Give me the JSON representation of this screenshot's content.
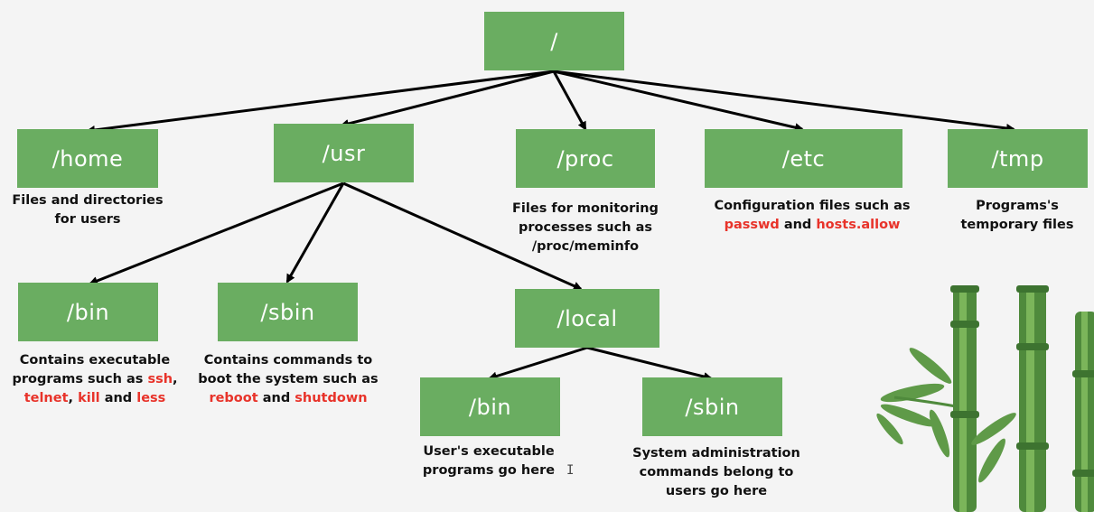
{
  "colors": {
    "node_fill": "#6aad61",
    "node_text": "#ffffff",
    "highlight": "#e8332a",
    "text": "#111111",
    "background": "#f4f4f4"
  },
  "nodes": {
    "root": "/",
    "home": "/home",
    "usr": "/usr",
    "proc": "/proc",
    "etc": "/etc",
    "tmp": "/tmp",
    "bin": "/bin",
    "sbin": "/sbin",
    "local": "/local",
    "local_bin": "/bin",
    "local_sbin": "/sbin"
  },
  "descriptions": {
    "home": [
      "Files and directories",
      "for users"
    ],
    "proc": [
      "Files for monitoring",
      "processes such as",
      "/proc/meminfo"
    ],
    "etc": {
      "line1": "Configuration files such as",
      "hl1": "passwd",
      "and": " and ",
      "hl2": "hosts.allow"
    },
    "tmp": [
      "Programs's",
      "temporary files"
    ],
    "bin": {
      "line1": "Contains executable",
      "line2_pre": "programs such as ",
      "hl_ssh": "ssh",
      "comma1": ",",
      "hl_telnet": "telnet",
      "comma2": ", ",
      "hl_kill": "kill",
      "and": " and ",
      "hl_less": "less"
    },
    "sbin": {
      "line1": "Contains commands to",
      "line2": "boot the system such as",
      "hl1": "reboot",
      "and": " and ",
      "hl2": "shutdown"
    },
    "local_bin": [
      "User's executable",
      "programs go here"
    ],
    "local_sbin": [
      "System administration",
      "commands belong to",
      "users go here"
    ]
  },
  "decoration": {
    "plant": "bamboo-illustration",
    "cursor": "text-cursor-icon"
  }
}
